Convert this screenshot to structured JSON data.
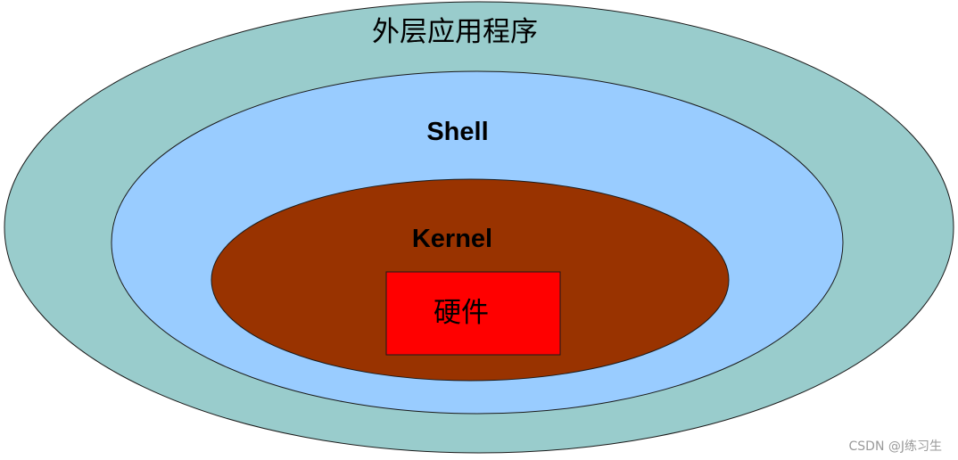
{
  "layers": {
    "outer": {
      "label": "外层应用程序",
      "color": "#99CCCC"
    },
    "shell": {
      "label": "Shell",
      "color": "#99CCFF"
    },
    "kernel": {
      "label": "Kernel",
      "color": "#993300"
    },
    "hardware": {
      "label": "硬件",
      "color": "#FF0000"
    }
  },
  "watermark": "CSDN @J练习生"
}
